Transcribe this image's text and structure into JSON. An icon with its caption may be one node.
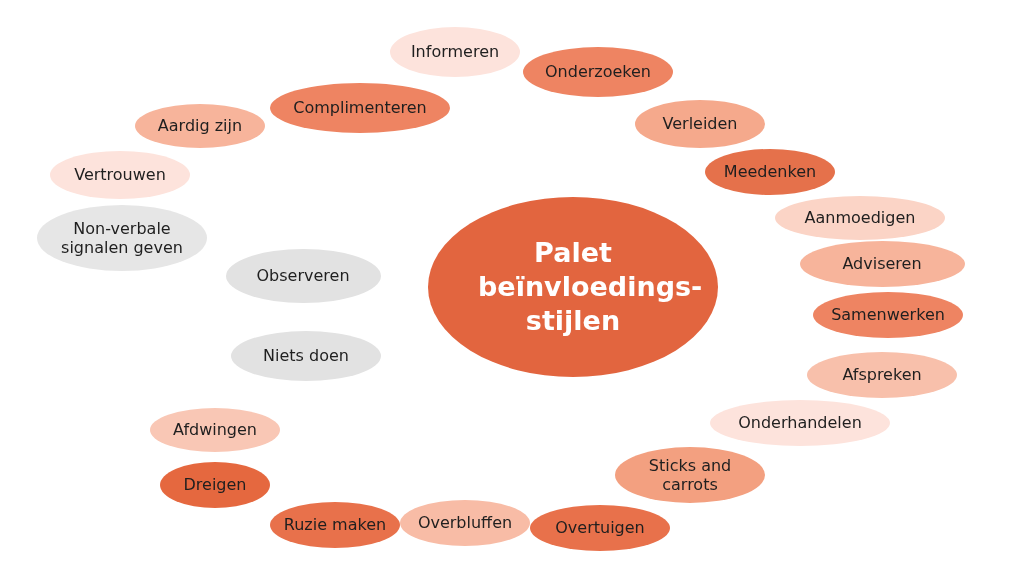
{
  "diagram": {
    "nodes": [
      {
        "text": [
          "Palet beïnvloedings-stijlen"
        ]
      },
      {
        "text": [
          "Informeren"
        ]
      },
      {
        "text": [
          "Onderzoeken"
        ]
      },
      {
        "text": [
          "Verleiden"
        ]
      },
      {
        "text": [
          "Meedenken"
        ]
      },
      {
        "text": [
          "Aanmoedigen"
        ]
      },
      {
        "text": [
          "Adviseren"
        ]
      },
      {
        "text": [
          "Samenwerken"
        ]
      },
      {
        "text": [
          "Afspreken"
        ]
      },
      {
        "text": [
          "Onderhandelen"
        ]
      },
      {
        "text": [
          "Sticks and carrots"
        ]
      },
      {
        "text": [
          "Overtuigen"
        ]
      },
      {
        "text": [
          "Overbluffen"
        ]
      },
      {
        "text": [
          "Ruzie maken"
        ]
      },
      {
        "text": [
          "Dreigen"
        ]
      },
      {
        "text": [
          "Afdwingen"
        ]
      },
      {
        "text": [
          "Niets doen"
        ]
      },
      {
        "text": [
          "Observeren"
        ]
      },
      {
        "text": [
          "Non-verbale signalen geven"
        ]
      },
      {
        "text": [
          "Vertrouwen"
        ]
      },
      {
        "text": [
          "Aardig zijn"
        ]
      },
      {
        "text": [
          "Complimenteren"
        ]
      }
    ]
  }
}
